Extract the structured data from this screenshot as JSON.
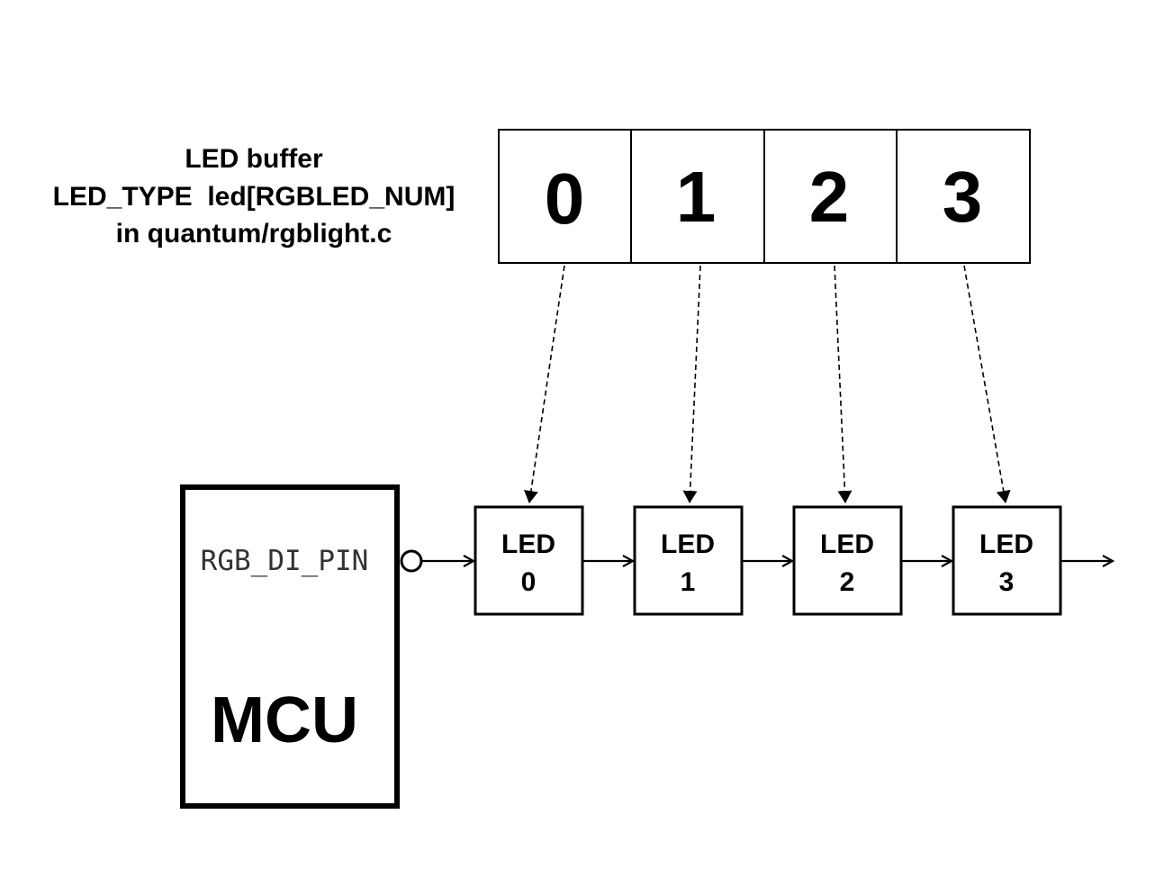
{
  "caption": {
    "line1": "LED buffer",
    "line2": "LED_TYPE  led[RGBLED_NUM]",
    "line3": "in quantum/rgblight.c"
  },
  "buffer": {
    "cells": [
      "0",
      "1",
      "2",
      "3"
    ]
  },
  "mcu": {
    "label": "MCU",
    "pin_label": "RGB_DI_PIN"
  },
  "leds": [
    {
      "line1": "LED",
      "line2": "0"
    },
    {
      "line1": "LED",
      "line2": "1"
    },
    {
      "line1": "LED",
      "line2": "2"
    },
    {
      "line1": "LED",
      "line2": "3"
    }
  ],
  "colors": {
    "stroke": "#000000",
    "pin_text": "#333333",
    "background": "#ffffff"
  }
}
